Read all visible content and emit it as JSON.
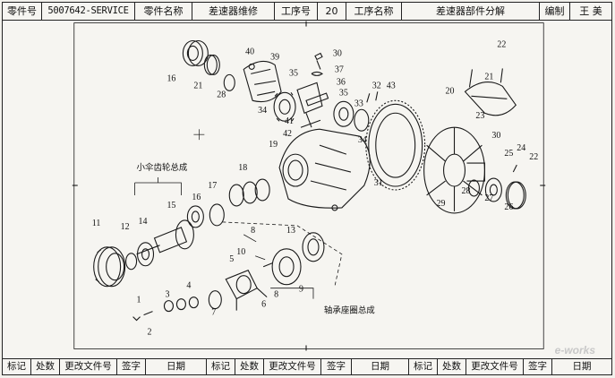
{
  "header": {
    "part_no_label": "零件号",
    "part_no_value": "5007642-SERVICE",
    "part_name_label": "零件名称",
    "part_name_value": "差速器维修",
    "process_no_label": "工序号",
    "process_no_value": "20",
    "process_name_label": "工序名称",
    "process_name_value": "差速器部件分解",
    "editor_label": "编制",
    "editor_value": "王 美"
  },
  "callouts": {
    "c1": "1",
    "c2": "2",
    "c3": "3",
    "c4": "4",
    "c5": "5",
    "c6": "6",
    "c7": "7",
    "c8": "8",
    "c8b": "8",
    "c9": "9",
    "c10": "10",
    "c11": "11",
    "c12": "12",
    "c13": "13",
    "c14": "14",
    "c15": "15",
    "c16a": "16",
    "c16b": "16",
    "c17": "17",
    "c18": "18",
    "c19": "19",
    "c20": "20",
    "c21a": "21",
    "c21b": "21",
    "c22a": "22",
    "c22b": "22",
    "c23": "23",
    "c24": "24",
    "c25": "25",
    "c26": "26",
    "c27": "27",
    "c28a": "28",
    "c28b": "28",
    "c29": "29",
    "c30a": "30",
    "c30b": "30",
    "c31": "31",
    "c32": "32",
    "c33": "33",
    "c34a": "34",
    "c34b": "34",
    "c35a": "35",
    "c35b": "35",
    "c36": "36",
    "c37": "37",
    "c39": "39",
    "c40": "40",
    "c41": "41",
    "c42": "42",
    "c43": "43"
  },
  "assembly_labels": {
    "pinion_assembly": "小伞齿轮总成",
    "bearing_seat_assembly": "轴承座圈总成"
  },
  "footer": {
    "cols": [
      "标记",
      "处数",
      "更改文件号",
      "签字",
      "日期",
      "标记",
      "处数",
      "更改文件号",
      "签字",
      "日期",
      "标记",
      "处数",
      "更改文件号",
      "签字",
      "日期"
    ]
  },
  "watermark": "e-works"
}
